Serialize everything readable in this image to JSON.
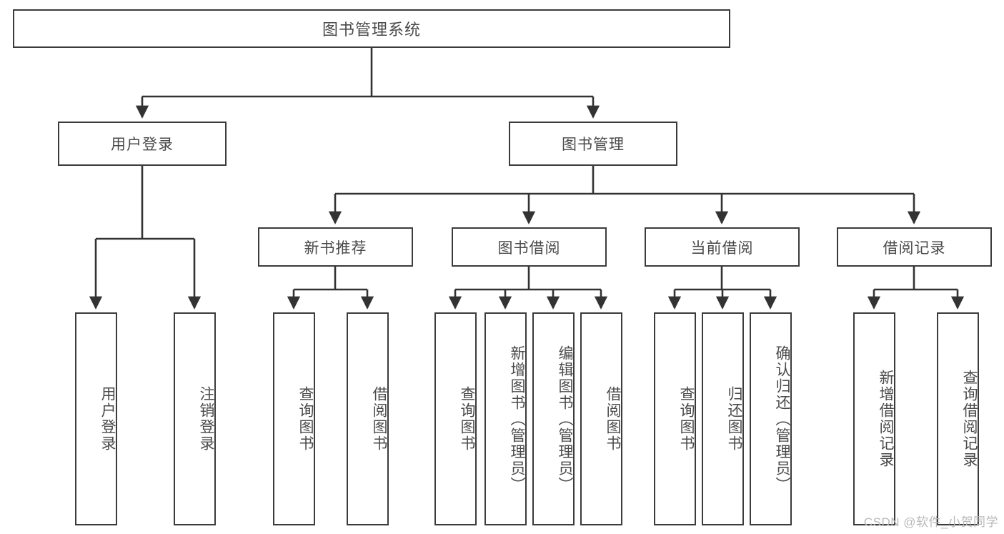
{
  "diagram": {
    "type": "tree",
    "title": "图书管理系统",
    "watermark": "CSDN @软件_小贺同学",
    "colors": {
      "box_border": "#3b3b3b",
      "box_fill": "#ffffff",
      "edge": "#333333",
      "text": "#4a4a4a",
      "watermark": "#b9b9b9"
    },
    "nodes": {
      "root": {
        "label": "图书管理系统"
      },
      "level2": [
        {
          "label": "用户登录"
        },
        {
          "label": "图书管理"
        }
      ],
      "level3": [
        {
          "label": "新书推荐"
        },
        {
          "label": "图书借阅"
        },
        {
          "label": "当前借阅"
        },
        {
          "label": "借阅记录"
        }
      ],
      "leaves_user_login": [
        {
          "label": "用户登录"
        },
        {
          "label": "注销登录"
        }
      ],
      "leaves_new_book": [
        {
          "label": "查询图书"
        },
        {
          "label": "借阅图书"
        }
      ],
      "leaves_borrow": [
        {
          "label": "查询图书"
        },
        {
          "label": "新增图书（管理员）"
        },
        {
          "label": "编辑图书（管理员）"
        },
        {
          "label": "借阅图书"
        }
      ],
      "leaves_current": [
        {
          "label": "查询图书"
        },
        {
          "label": "归还图书"
        },
        {
          "label": "确认归还（管理员）"
        }
      ],
      "leaves_records": [
        {
          "label": "新增借阅记录"
        },
        {
          "label": "查询借阅记录"
        }
      ]
    }
  }
}
